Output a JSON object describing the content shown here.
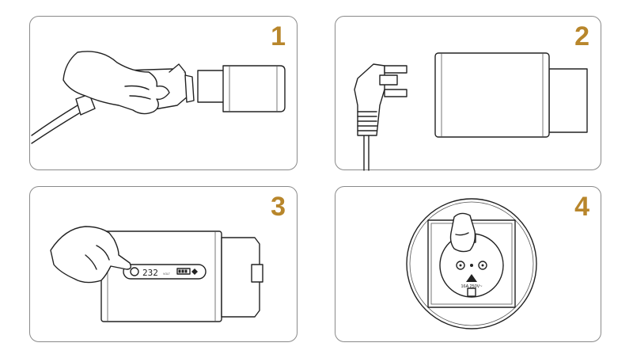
{
  "steps": [
    {
      "number": "1"
    },
    {
      "number": "2"
    },
    {
      "number": "3"
    },
    {
      "number": "4"
    }
  ],
  "display": {
    "reading": "232",
    "unit": "VOLT"
  },
  "socket": {
    "rating": "16A 250V~"
  },
  "colors": {
    "step_number": "#b8862b",
    "outline": "#222222",
    "panel_border": "#8a8a8a"
  }
}
